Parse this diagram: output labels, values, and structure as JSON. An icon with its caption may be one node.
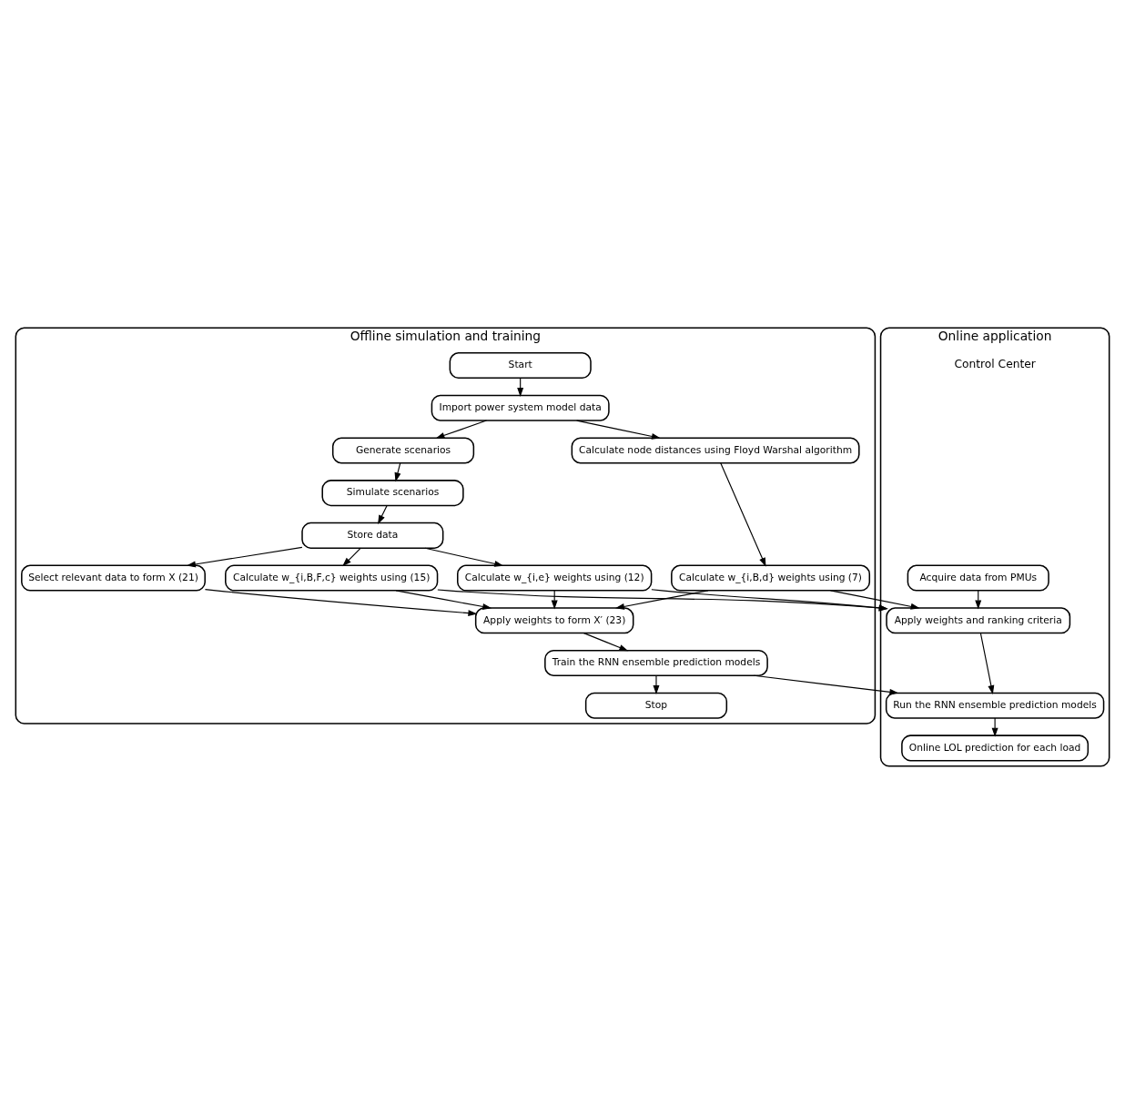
{
  "diagram": {
    "nodes": [
      {
        "text": [
          "Offline simulation and training"
        ]
      },
      {
        "text": [
          "Start"
        ],
        "in": 0
      },
      {
        "text": [
          "Import power system model data"
        ],
        "in": 0
      },
      {
        "text": [
          "Generate scenarios"
        ],
        "in": 0
      },
      {
        "text": [
          "Simulate scenarios"
        ],
        "in": 0
      },
      {
        "text": [
          "Store data"
        ],
        "in": 0
      },
      {
        "text": [
          "Select relevant data to form X (21)"
        ],
        "in": 0
      },
      {
        "text": [
          "Apply weights to form X′ (23)"
        ],
        "in": 0
      },
      {
        "text": [
          "Train the RNN ensemble prediction models"
        ],
        "in": 0
      },
      {
        "text": [
          "Stop"
        ],
        "in": 0
      },
      {
        "text": [
          "Calculate node distances using Floyd Warshal algorithm"
        ],
        "in": 0
      },
      {
        "text": [
          "Calculate w_{i,B,d} weights using (7)"
        ],
        "in": 0
      },
      {
        "text": [
          "Calculate w_{i,B,F,c} weights using (15)"
        ],
        "in": 0
      },
      {
        "text": [
          "Calculate w_{i,e} weights using (12)"
        ],
        "in": 0
      },
      {
        "text": [
          "Online application"
        ]
      },
      {
        "text": [
          "Acquire data from PMUs"
        ],
        "in": 14
      },
      {
        "text": [
          "Apply weights and ranking criteria"
        ],
        "in": 14
      },
      {
        "text": [
          "Run the RNN ensemble prediction models"
        ],
        "in": 14
      },
      {
        "text": [
          "Online LOL prediction for each load"
        ],
        "in": 14
      }
    ],
    "edges": [
      {
        "from": 1,
        "to": 2,
        "arrow": "to"
      },
      {
        "from": 2,
        "to": 3,
        "arrow": "to"
      },
      {
        "from": 3,
        "to": 4,
        "arrow": "to"
      },
      {
        "from": 4,
        "to": 5,
        "arrow": "to"
      },
      {
        "from": 5,
        "to": 6,
        "arrow": "to"
      },
      {
        "from": 6,
        "to": 7,
        "arrow": "to"
      },
      {
        "from": 7,
        "to": 8,
        "arrow": "to"
      },
      {
        "from": 8,
        "to": 9,
        "arrow": "to"
      },
      {
        "from": 2,
        "to": 10,
        "arrow": "to"
      },
      {
        "from": 10,
        "to": 11,
        "arrow": "to"
      },
      {
        "from": 5,
        "to": 12,
        "arrow": "to"
      },
      {
        "from": 5,
        "to": 13,
        "arrow": "to"
      },
      {
        "from": 11,
        "to": 7,
        "arrow": "to"
      },
      {
        "from": 12,
        "to": 7,
        "arrow": "to"
      },
      {
        "from": 13,
        "to": 7,
        "arrow": "to"
      },
      {
        "from": 11,
        "to": 16,
        "arrow": "to"
      },
      {
        "from": 12,
        "to": 16,
        "arrow": "to"
      },
      {
        "from": 13,
        "to": 16,
        "arrow": "to"
      },
      {
        "from": 15,
        "to": 16,
        "arrow": "to"
      },
      {
        "from": 16,
        "to": 17,
        "arrow": "to"
      },
      {
        "from": 17,
        "to": 18,
        "arrow": "to"
      },
      {
        "from": 8,
        "to": 17,
        "arrow": "to"
      }
    ],
    "labels": [
      "Control Center"
    ]
  }
}
